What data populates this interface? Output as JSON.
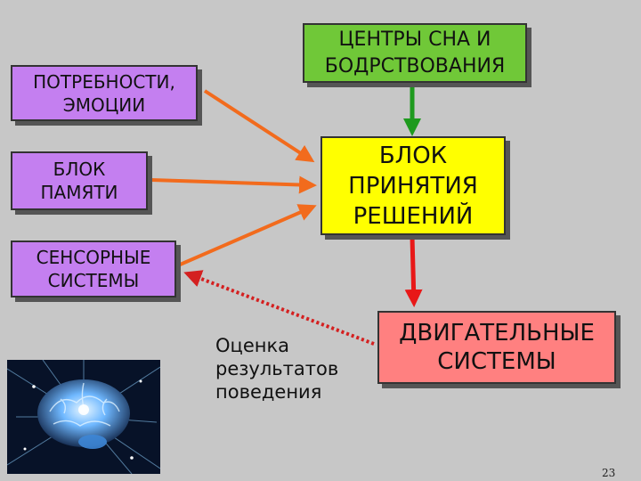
{
  "boxes": {
    "needs": "ПОТРЕБНОСТИ,\nЭМОЦИИ",
    "sleep": "ЦЕНТРЫ СНА И\nБОДРСТВОВАНИЯ",
    "memory": "БЛОК\nПАМЯТИ",
    "decision": "БЛОК\nПРИНЯТИЯ\nРЕШЕНИЙ",
    "sensory": "СЕНСОРНЫЕ\nСИСТЕМЫ",
    "motor": "ДВИГАТЕЛЬНЫЕ\nСИСТЕМЫ"
  },
  "evaluation_label": "Оценка\nрезультатов\nповедения",
  "page_number": "23",
  "colors": {
    "background": "#c7c7c7",
    "purple_box": "#c47ff0",
    "green_box": "#70c838",
    "yellow_box": "#ffff00",
    "red_box": "#ff8080",
    "orange_arrow": "#f26b1d",
    "green_arrow": "#1e9a1e",
    "red_arrow": "#e81818",
    "dotted_arrow": "#d42020"
  }
}
